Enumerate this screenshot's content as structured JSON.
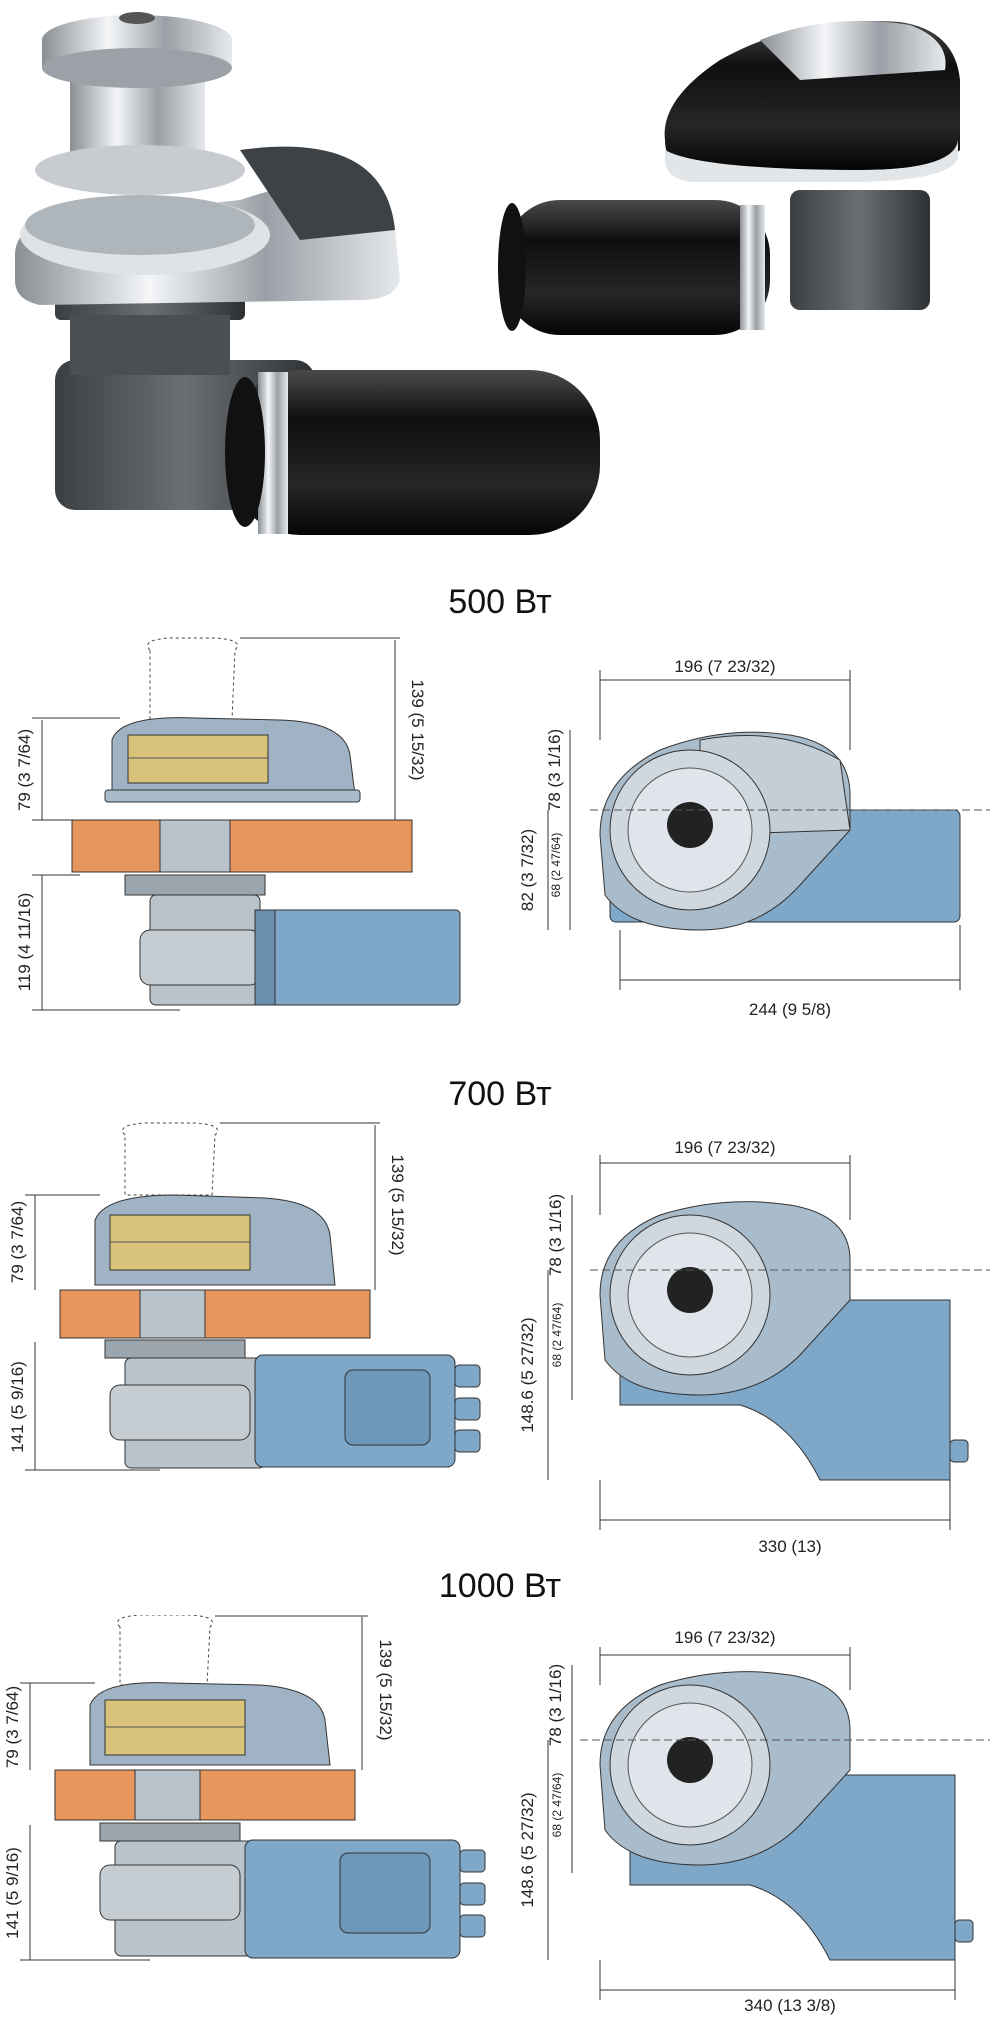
{
  "sections": [
    {
      "title": "500 Вт",
      "dims": {
        "side_top_height": "79 (3 7/64)",
        "side_cap": "139 (5 15/32)",
        "side_below": "119 (4 11/16)",
        "front_width": "196 (7 23/32)",
        "front_top": "78 (3 1/16)",
        "front_mid": "68 (2 47/64)",
        "front_total": "82 (3 7/32)",
        "front_length": "244 (9 5/8)"
      }
    },
    {
      "title": "700 Вт",
      "dims": {
        "side_top_height": "79 (3 7/64)",
        "side_cap": "139 (5 15/32)",
        "side_below": "141 (5 9/16)",
        "front_width": "196 (7 23/32)",
        "front_top": "78 (3 1/16)",
        "front_mid": "68 (2 47/64)",
        "front_total": "148.6 (5 27/32)",
        "front_length": "330 (13)"
      }
    },
    {
      "title": "1000 Вт",
      "dims": {
        "side_top_height": "79 (3 7/64)",
        "side_cap": "139 (5 15/32)",
        "side_below": "141 (5 9/16)",
        "front_width": "196 (7 23/32)",
        "front_top": "78 (3 1/16)",
        "front_mid": "68 (2 47/64)",
        "front_total": "148.6 (5 27/32)",
        "front_length": "340 (13 3/8)"
      }
    }
  ],
  "colors": {
    "deck_wood": "#e8975c",
    "motor_blue": "#7fa7c7",
    "body_grey": "#b9c3cb",
    "chrome": "#c9ced3",
    "motor_black": "#1c1c1c",
    "gold": "#d9c27a"
  }
}
